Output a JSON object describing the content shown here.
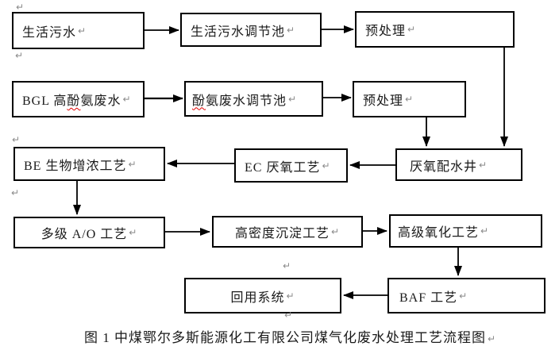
{
  "return_mark": "↵",
  "diagram": {
    "caption": "图 1 中煤鄂尔多斯能源化工有限公司煤气化废水处理工艺流程图",
    "nodes": {
      "domestic_sewage": {
        "label": "生活污水"
      },
      "domestic_regulating_tank": {
        "label": "生活污水调节池"
      },
      "pretreatment_1": {
        "label": "预处理"
      },
      "bgl_wastewater": {
        "pre": "BGL 高",
        "wavy": "酚",
        "post": "氨废水"
      },
      "phenol_ammonia_regulating_tank": {
        "wavy": "酚",
        "post": "氨废水调节池"
      },
      "pretreatment_2": {
        "label": "预处理"
      },
      "be_bio_concentration": {
        "label": "BE 生物增浓工艺"
      },
      "ec_anaerobic": {
        "label": "EC 厌氧工艺"
      },
      "anaerobic_distribution_well": {
        "label": "厌氧配水井"
      },
      "multistage_ao": {
        "label": "多级 A/O 工艺"
      },
      "high_density_sedimentation": {
        "label": "高密度沉淀工艺"
      },
      "advanced_oxidation": {
        "label": "高级氧化工艺"
      },
      "reuse_system": {
        "label": "回用系统"
      },
      "baf": {
        "label": "BAF 工艺"
      }
    },
    "edges": [
      {
        "from": "生活污水",
        "to": "生活污水调节池"
      },
      {
        "from": "生活污水调节池",
        "to": "预处理(上)"
      },
      {
        "from": "预处理(上)",
        "to": "厌氧配水井"
      },
      {
        "from": "BGL 高酚氨废水",
        "to": "酚氨废水调节池"
      },
      {
        "from": "酚氨废水调节池",
        "to": "预处理(下)"
      },
      {
        "from": "预处理(下)",
        "to": "厌氧配水井"
      },
      {
        "from": "厌氧配水井",
        "to": "EC 厌氧工艺"
      },
      {
        "from": "EC 厌氧工艺",
        "to": "BE 生物增浓工艺"
      },
      {
        "from": "BE 生物增浓工艺",
        "to": "多级 A/O 工艺"
      },
      {
        "from": "多级 A/O 工艺",
        "to": "高密度沉淀工艺"
      },
      {
        "from": "高密度沉淀工艺",
        "to": "高级氧化工艺"
      },
      {
        "from": "高级氧化工艺",
        "to": "BAF 工艺"
      },
      {
        "from": "BAF 工艺",
        "to": "回用系统"
      }
    ],
    "colors": {
      "line": "#000000",
      "text": "#1a1a1a",
      "formatting_mark": "#8a8a8a",
      "spellcheck_underline": "#e00000",
      "background": "#ffffff"
    }
  }
}
